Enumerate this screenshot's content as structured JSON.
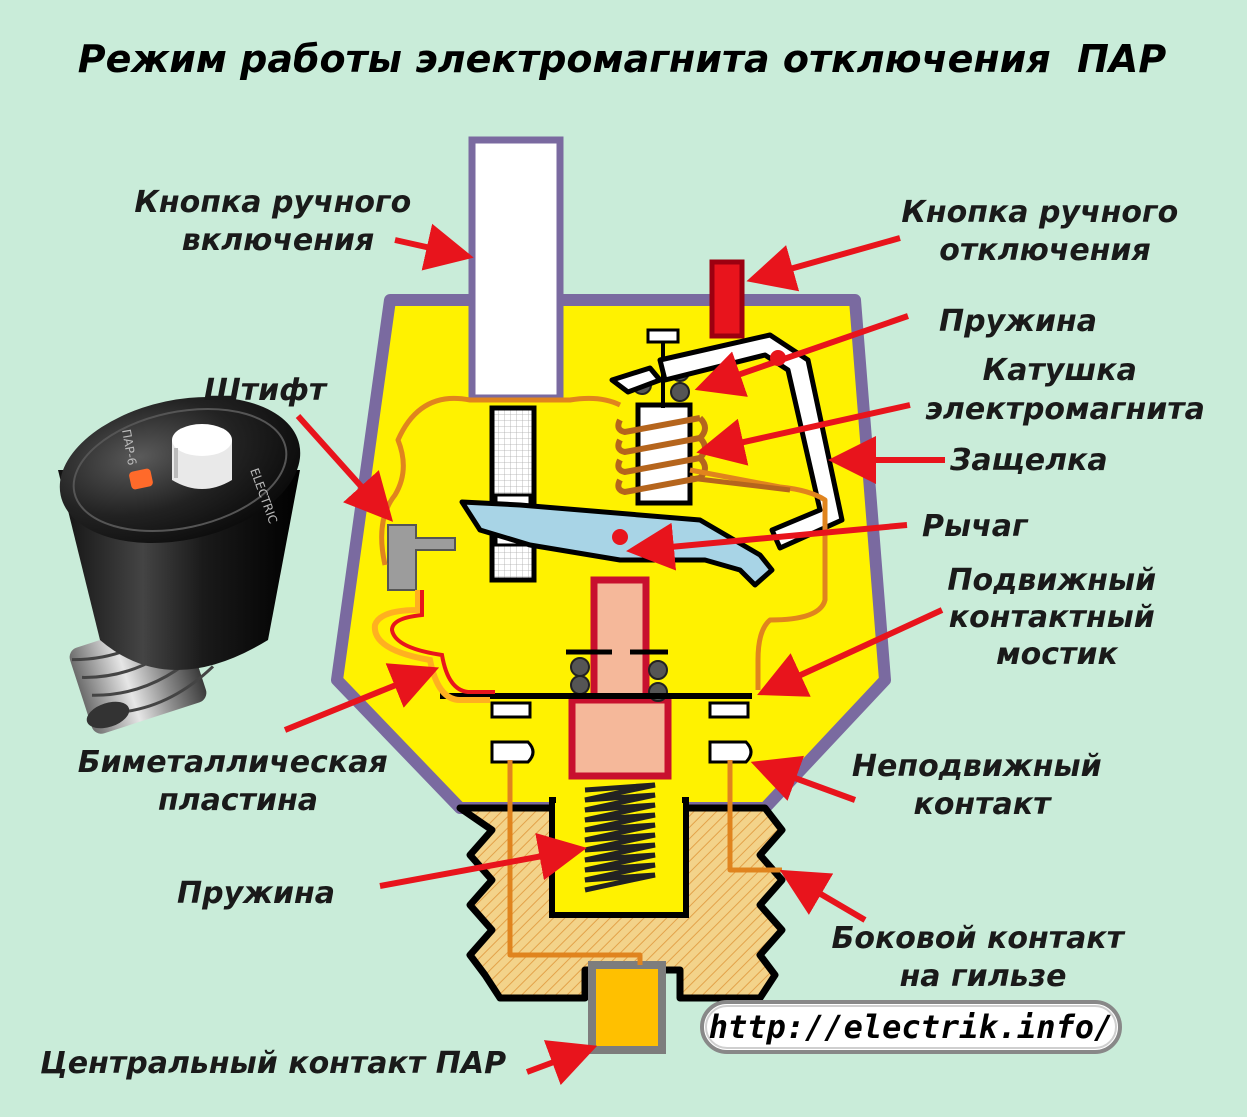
{
  "title": "Режим работы электромагнита отключения  ПАР",
  "url_badge": "http://electrik.info/",
  "labels": {
    "manual_on": [
      "Кнопка ручного",
      "включения"
    ],
    "manual_off": [
      "Кнопка ручного",
      "отключения"
    ],
    "spring_top": "Пружина",
    "coil": [
      "Катушка",
      "электромагнита"
    ],
    "latch": "Защелка",
    "pin": "Штифт",
    "lever": "Рычаг",
    "movable_bridge": [
      "Подвижный",
      "контактный",
      "мостик"
    ],
    "bimetal": [
      "Биметаллическая",
      "пластина"
    ],
    "fixed_contact": [
      "Неподвижный",
      "контакт"
    ],
    "spring_bottom": "Пружина",
    "side_contact": [
      "Боковой контакт",
      "на гильзе"
    ],
    "central_contact": "Центральный контакт ПАР"
  },
  "product_photo": {
    "side_text": "ELECTRIC",
    "side_text_2": "ПАР-6"
  },
  "colors": {
    "background": "#c9ecd9",
    "housing_fill": "#fff200",
    "housing_border": "#7a6aa0",
    "arrow": "#e8141c",
    "base_fill": "#f3d38a",
    "wire": "#e0841e",
    "lever_fill": "#a8d4e6",
    "plunger_fill": "#f5b89a",
    "plunger_border": "#c8102e",
    "coil_wire": "#b5651d"
  }
}
